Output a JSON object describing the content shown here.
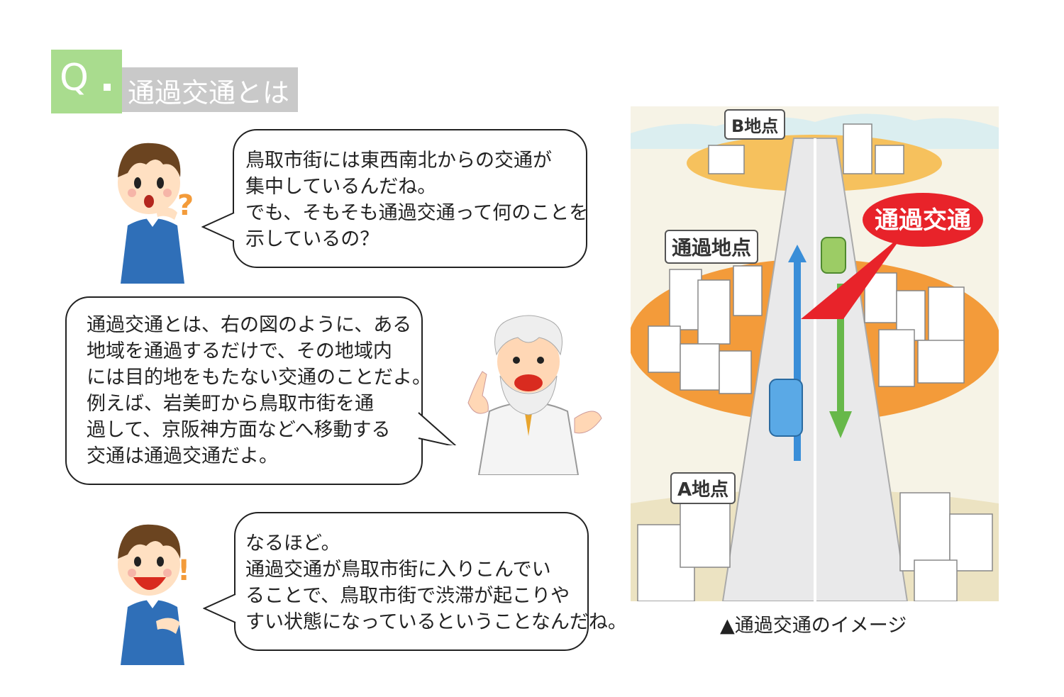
{
  "header": {
    "q_letter": "Q",
    "title": "通過交通とは"
  },
  "dialog": [
    {
      "speaker": "boy",
      "lines": [
        "鳥取市街には東西南北からの交通が",
        "集中しているんだね。",
        "でも、そもそも通過交通って何のことを",
        "示しているの？"
      ]
    },
    {
      "speaker": "professor",
      "lines": [
        "通過交通とは、右の図のように、ある",
        "地域を通過するだけで、その地域内",
        "には目的地をもたない交通のことだよ。",
        "例えば、岩美町から鳥取市街を通",
        "過して、京阪神方面などへ移動する",
        "交通は通過交通だよ。"
      ]
    },
    {
      "speaker": "boy",
      "lines": [
        "なるほど。",
        "通過交通が鳥取市街に入りこんでい",
        "ることで、鳥取市街で渋滞が起こりや",
        "すい状態になっているということなんだね。"
      ]
    }
  ],
  "figure": {
    "label_b": "B地点",
    "label_pass": "通過地点",
    "label_a": "A地点",
    "callout": "通過交通",
    "caption": "▲通過交通のイメージ"
  },
  "colors": {
    "accent_green": "#a9dc8e",
    "title_gray": "#c9c9c9",
    "callout_red": "#e8232a",
    "town_orange": "#f39b3a"
  }
}
